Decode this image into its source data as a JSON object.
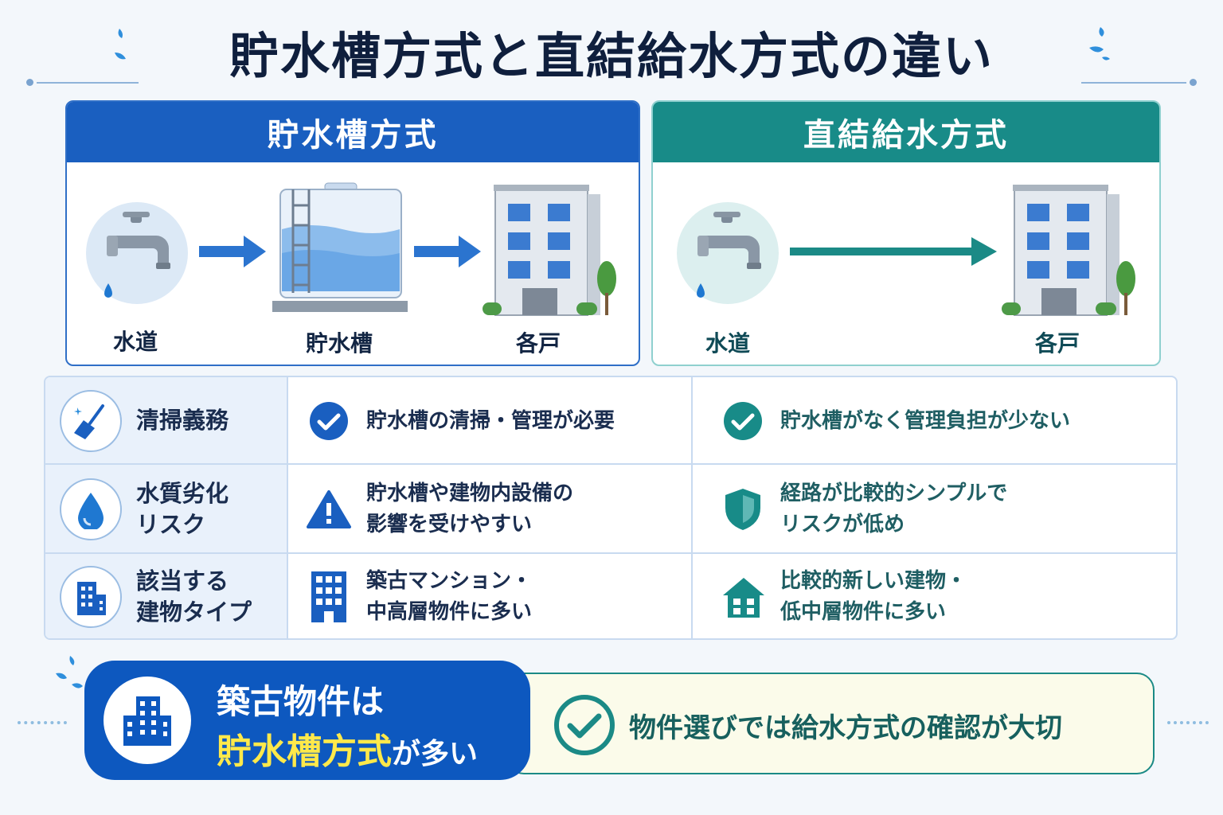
{
  "title": "貯水槽方式と直結給水方式の違い",
  "colors": {
    "tank_blue": "#1a5fc0",
    "direct_teal": "#188b88",
    "accent_yellow": "#ffe94a",
    "bottom_blue": "#0d58bf"
  },
  "panels": {
    "tank": {
      "header": "貯水槽方式",
      "nodes": [
        "水道",
        "貯水槽",
        "各戸"
      ]
    },
    "direct": {
      "header": "直結給水方式",
      "nodes": [
        "水道",
        "各戸"
      ]
    }
  },
  "comparison": [
    {
      "label": "清掃義務",
      "label_icon": "broom-icon",
      "tank_icon": "check-circle-icon",
      "tank_text": "貯水槽の清掃・管理が必要",
      "direct_icon": "check-circle-icon",
      "direct_text": "貯水槽がなく管理負担が少ない"
    },
    {
      "label": "水質劣化\nリスク",
      "label_icon": "water-drop-icon",
      "tank_icon": "warning-icon",
      "tank_text": "貯水槽や建物内設備の\n影響を受けやすい",
      "direct_icon": "shield-icon",
      "direct_text": "経路が比較的シンプルで\nリスクが低め"
    },
    {
      "label": "該当する\n建物タイプ",
      "label_icon": "building-icon",
      "tank_icon": "apartment-icon",
      "tank_text": "築古マンション・\n中高層物件に多い",
      "direct_icon": "house-icon",
      "direct_text": "比較的新しい建物・\n低中層物件に多い"
    }
  ],
  "bottom": {
    "left_line1": "築古物件は",
    "left_highlight": "貯水槽方式",
    "left_suffix": "が多い",
    "right_text": "物件選びでは給水方式の確認が大切"
  }
}
